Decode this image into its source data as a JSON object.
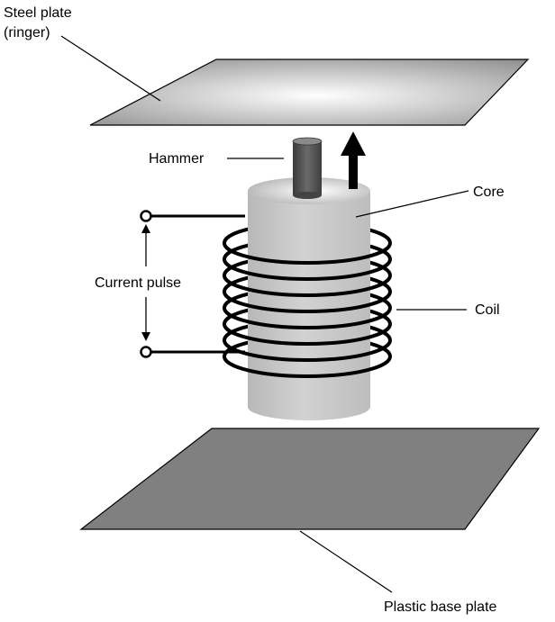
{
  "labels": {
    "steel_plate_line1": "Steel plate",
    "steel_plate_line2": "(ringer)",
    "hammer": "Hammer",
    "core": "Core",
    "current_pulse": "Current pulse",
    "coil": "Coil",
    "plastic_base_plate": "Plastic base plate"
  },
  "colors": {
    "steel_plate_light": "#ffffff",
    "steel_plate_dark": "#8a8a8a",
    "core_body": "#c4c4c4",
    "hammer": "#555555",
    "base_plate": "#808080",
    "coil": "#000000"
  },
  "icons": {
    "motion_arrow": "up-arrow",
    "terminal": "open-circle"
  }
}
